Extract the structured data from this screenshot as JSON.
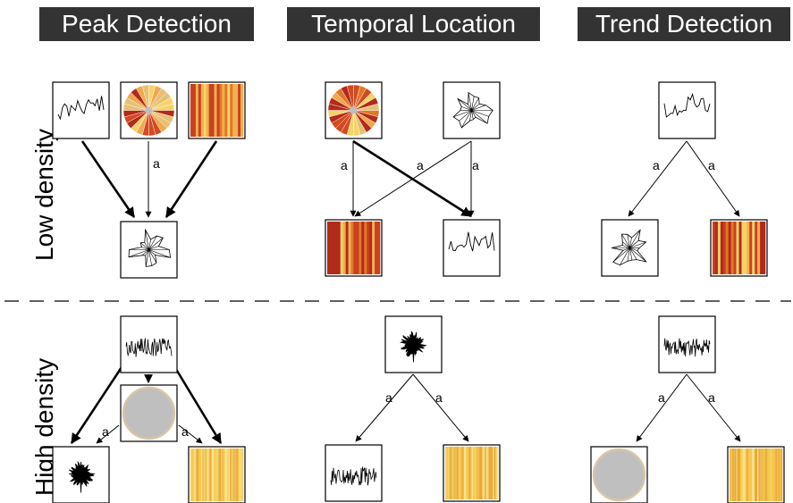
{
  "columns": [
    "Peak Detection",
    "Temporal Location",
    "Trend Detection"
  ],
  "rows": [
    "Low density",
    "High density"
  ],
  "edge_label": "a",
  "colors": {
    "header_bg": "#333333",
    "header_text": "#ffffff",
    "heat_dark": "#b22a1a",
    "heat_mid": "#e0782a",
    "heat_light": "#f5d36a",
    "pie_gray": "#bfbfbf"
  },
  "icons": {
    "line": "line-chart-icon",
    "radial": "radial-chart-icon",
    "pie": "radial-heatmap-icon",
    "stripe": "stripe-heatmap-icon",
    "pie_gray": "gray-radial-icon"
  }
}
